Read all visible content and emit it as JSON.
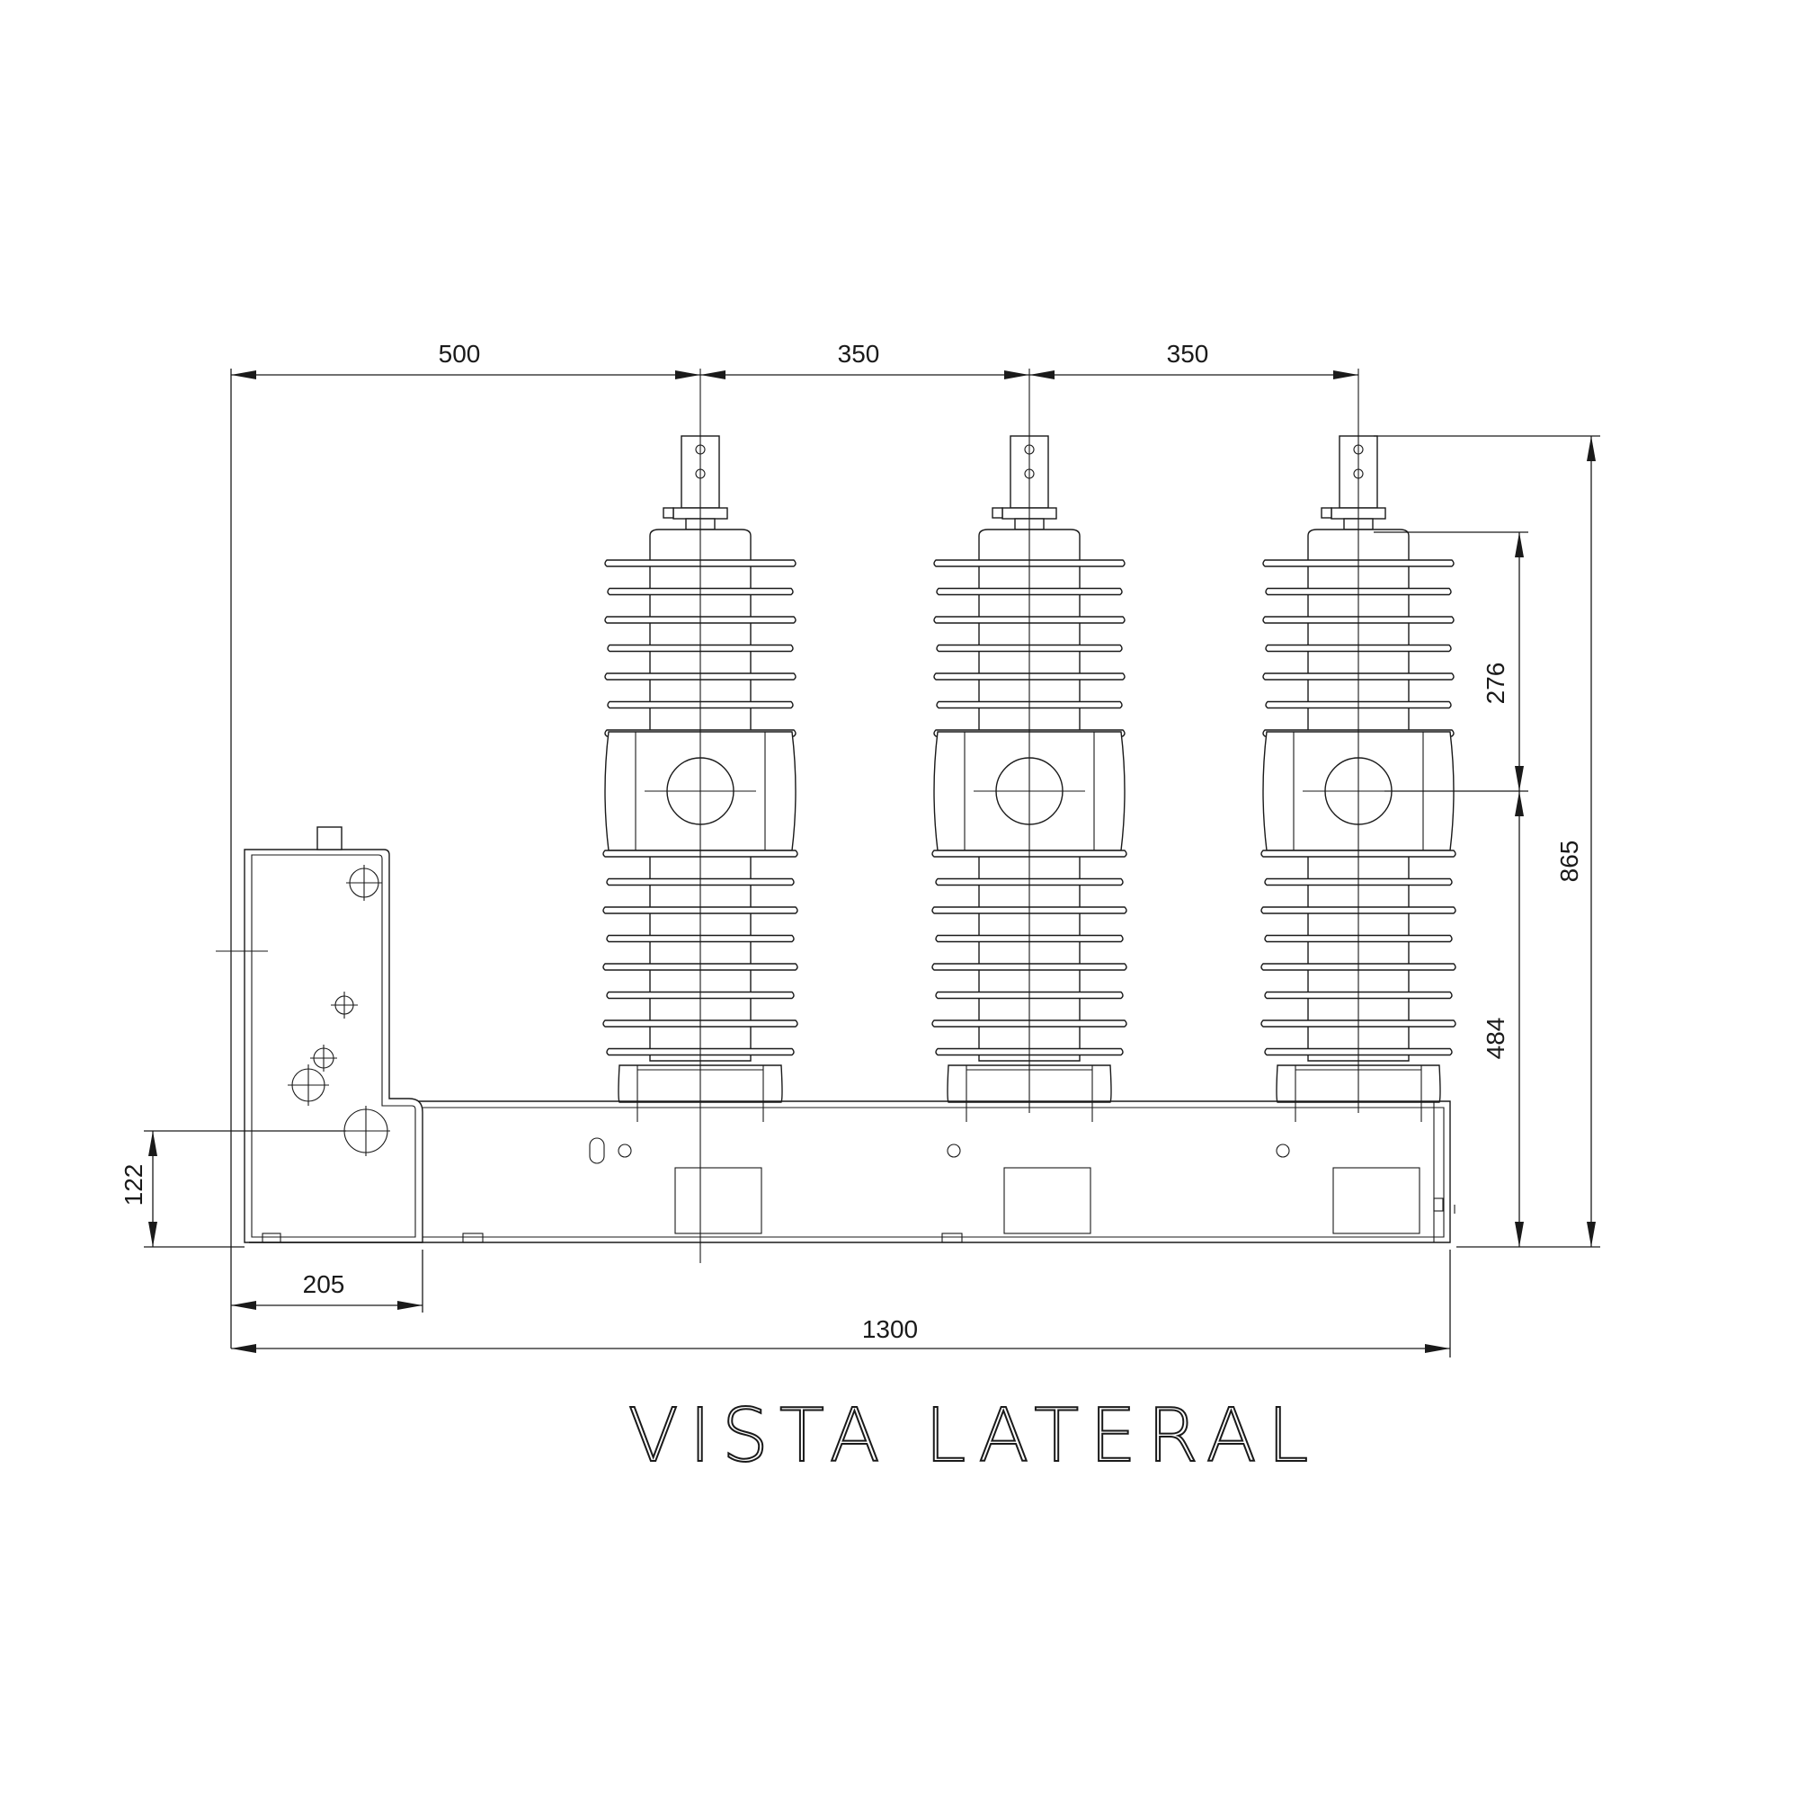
{
  "title": "VISTA LATERAL",
  "dimensions": {
    "top_left": "500",
    "top_middle": "350",
    "top_right": "350",
    "height_upper": "276",
    "height_lower": "484",
    "height_total": "865",
    "base_height": "122",
    "box_width": "205",
    "total_width": "1300"
  },
  "components": {
    "insulator_count": 3,
    "insulator_sheds_upper": 7,
    "insulator_sheds_lower": 8
  }
}
